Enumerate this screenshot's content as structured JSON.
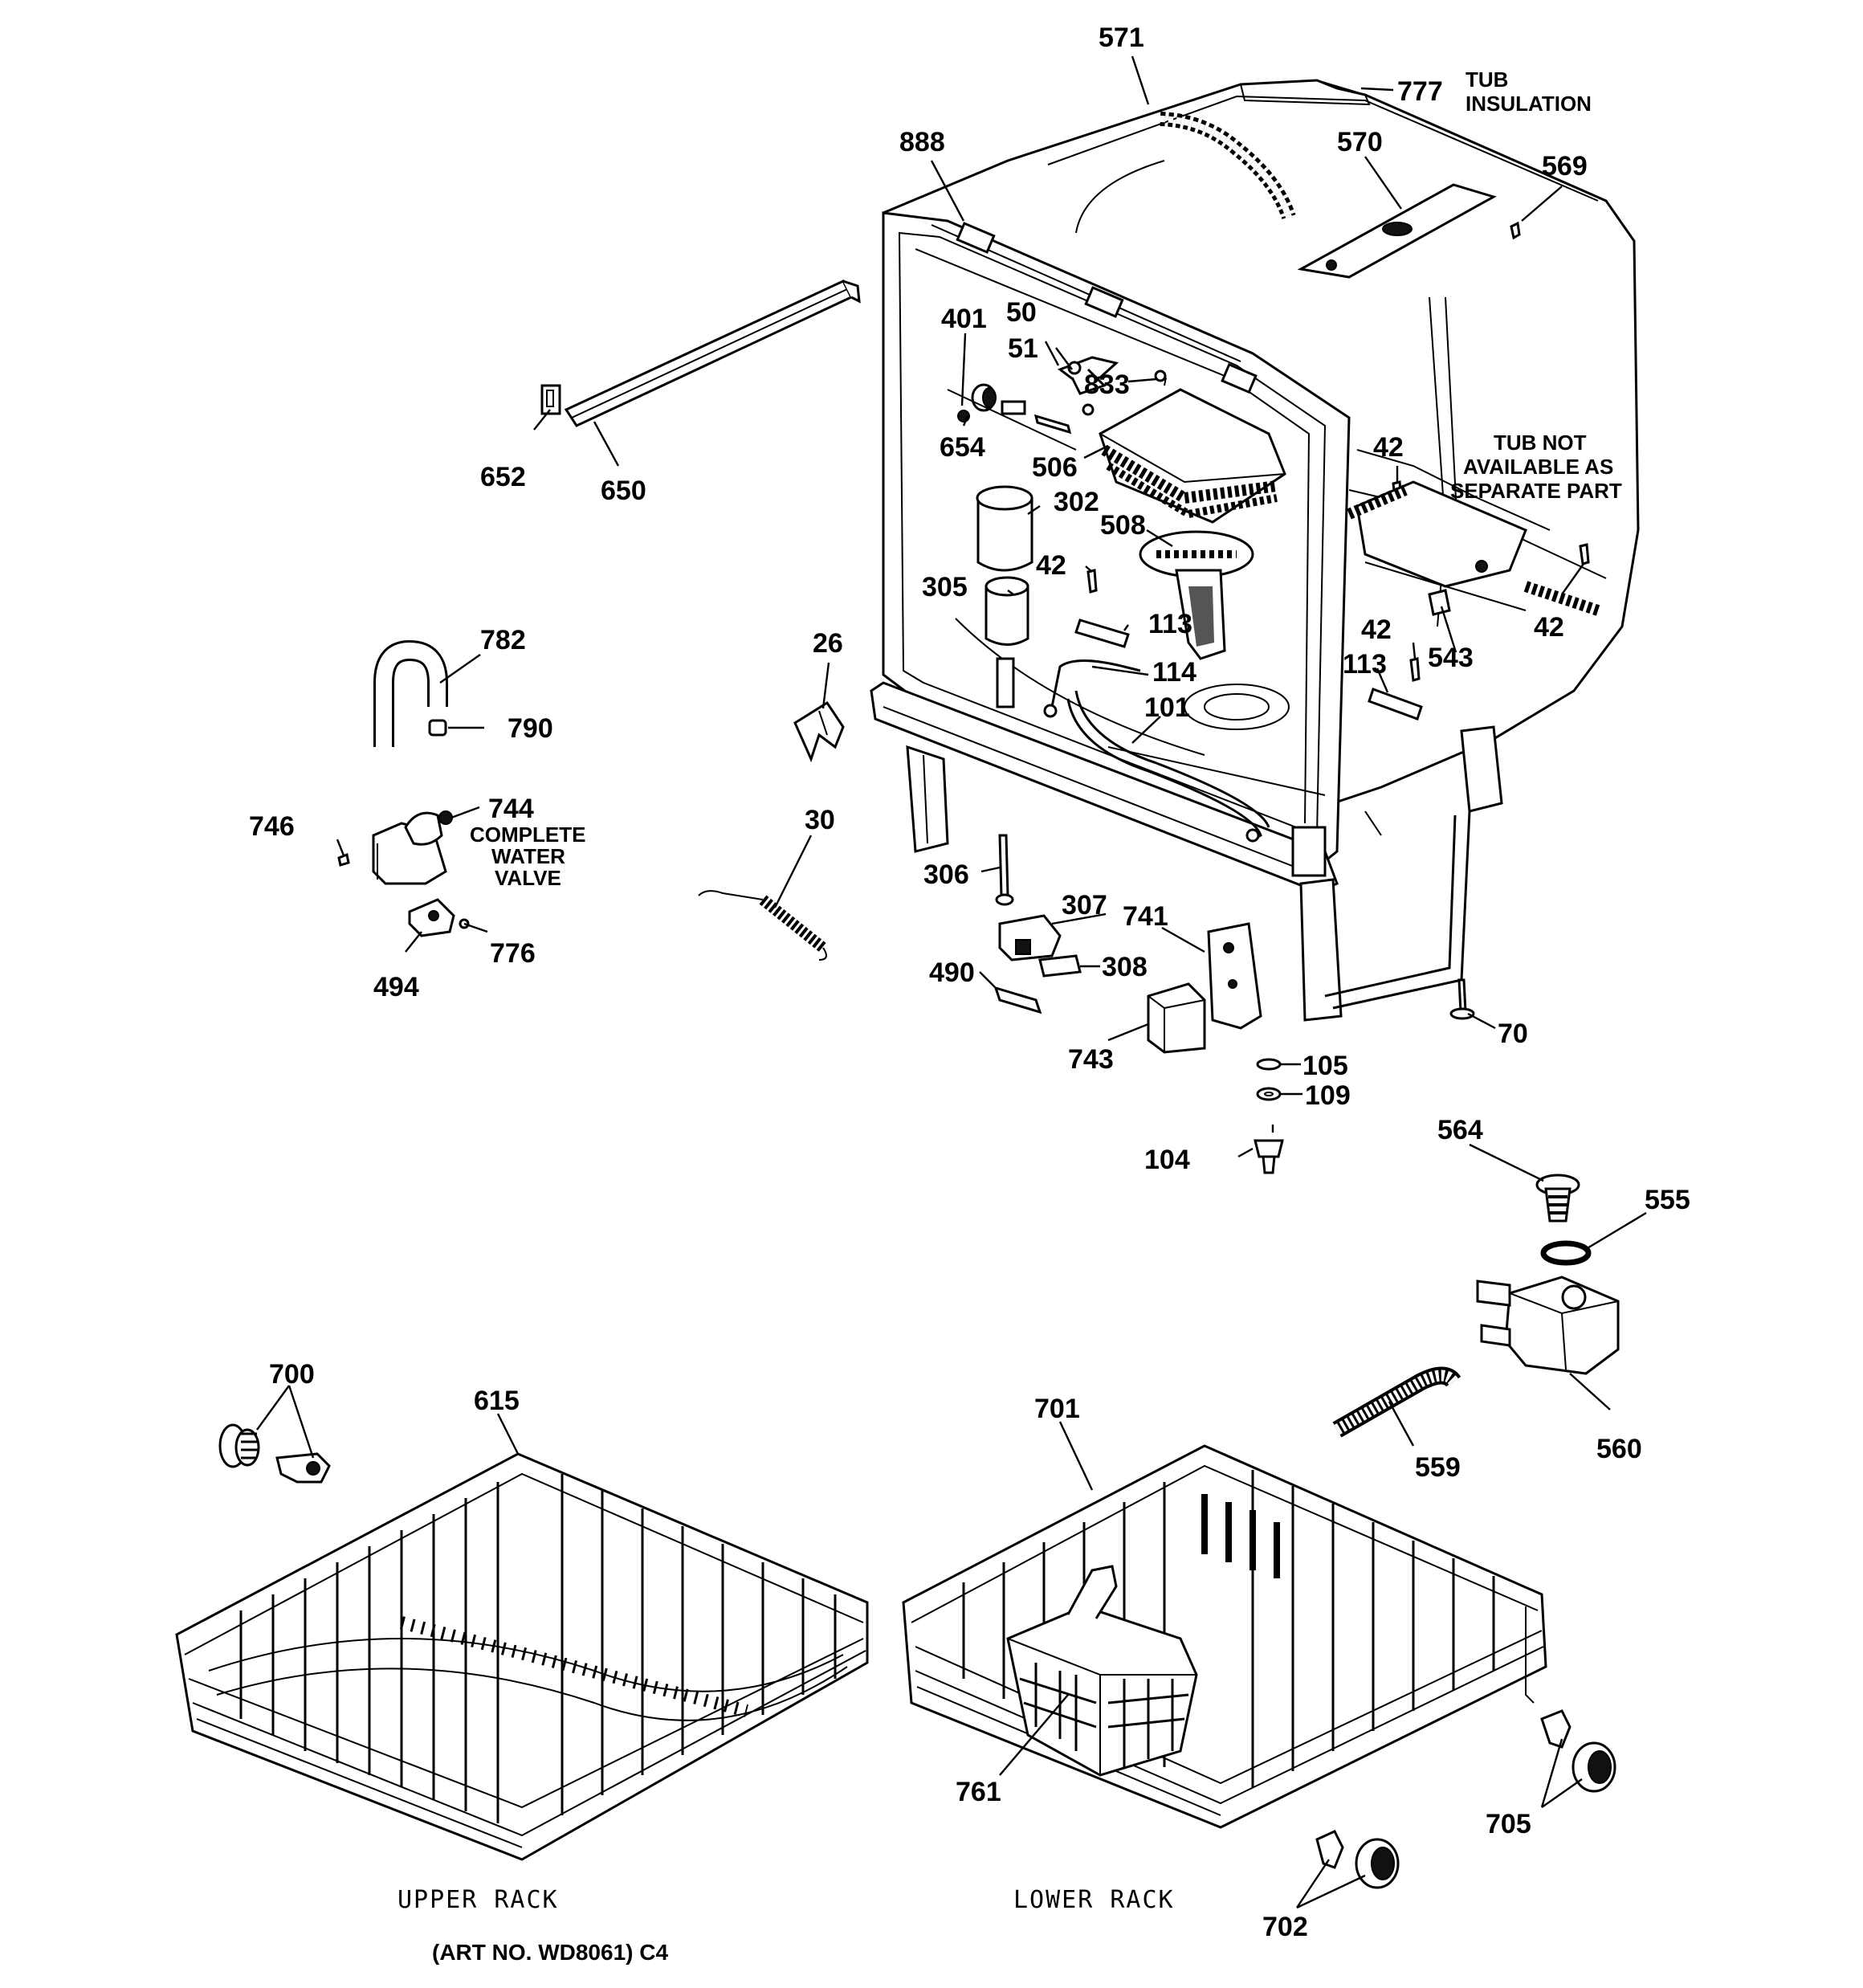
{
  "callouts": [
    {
      "id": "571",
      "text": "571"
    },
    {
      "id": "777",
      "text": "777"
    },
    {
      "id": "888",
      "text": "888"
    },
    {
      "id": "570",
      "text": "570"
    },
    {
      "id": "569",
      "text": "569"
    },
    {
      "id": "401",
      "text": "401"
    },
    {
      "id": "50",
      "text": "50"
    },
    {
      "id": "51",
      "text": "51"
    },
    {
      "id": "833",
      "text": "833"
    },
    {
      "id": "652",
      "text": "652"
    },
    {
      "id": "650",
      "text": "650"
    },
    {
      "id": "654",
      "text": "654"
    },
    {
      "id": "506",
      "text": "506"
    },
    {
      "id": "302",
      "text": "302"
    },
    {
      "id": "508",
      "text": "508"
    },
    {
      "id": "42a",
      "text": "42"
    },
    {
      "id": "42b",
      "text": "42"
    },
    {
      "id": "42c",
      "text": "42"
    },
    {
      "id": "42d",
      "text": "42"
    },
    {
      "id": "305",
      "text": "305"
    },
    {
      "id": "113a",
      "text": "113"
    },
    {
      "id": "113b",
      "text": "113"
    },
    {
      "id": "114",
      "text": "114"
    },
    {
      "id": "101",
      "text": "101"
    },
    {
      "id": "543",
      "text": "543"
    },
    {
      "id": "782",
      "text": "782"
    },
    {
      "id": "790",
      "text": "790"
    },
    {
      "id": "26",
      "text": "26"
    },
    {
      "id": "746",
      "text": "746"
    },
    {
      "id": "744",
      "text": "744"
    },
    {
      "id": "30",
      "text": "30"
    },
    {
      "id": "306",
      "text": "306"
    },
    {
      "id": "307",
      "text": "307"
    },
    {
      "id": "741",
      "text": "741"
    },
    {
      "id": "490",
      "text": "490"
    },
    {
      "id": "308",
      "text": "308"
    },
    {
      "id": "494",
      "text": "494"
    },
    {
      "id": "776",
      "text": "776"
    },
    {
      "id": "70",
      "text": "70"
    },
    {
      "id": "743",
      "text": "743"
    },
    {
      "id": "105",
      "text": "105"
    },
    {
      "id": "109",
      "text": "109"
    },
    {
      "id": "104",
      "text": "104"
    },
    {
      "id": "564",
      "text": "564"
    },
    {
      "id": "555",
      "text": "555"
    },
    {
      "id": "700",
      "text": "700"
    },
    {
      "id": "615",
      "text": "615"
    },
    {
      "id": "701",
      "text": "701"
    },
    {
      "id": "559",
      "text": "559"
    },
    {
      "id": "560",
      "text": "560"
    },
    {
      "id": "761",
      "text": "761"
    },
    {
      "id": "705",
      "text": "705"
    },
    {
      "id": "702",
      "text": "702"
    }
  ],
  "notes": {
    "tub_insulation": [
      "TUB",
      "INSULATION"
    ],
    "tub_not_available": [
      "TUB NOT",
      "AVAILABLE AS",
      "SEPARATE PART"
    ],
    "water_valve": [
      "COMPLETE",
      "WATER",
      "VALVE"
    ]
  },
  "rack_labels": {
    "upper": "UPPER RACK",
    "lower": "LOWER RACK"
  },
  "art_number": "(ART NO. WD8061) C4"
}
